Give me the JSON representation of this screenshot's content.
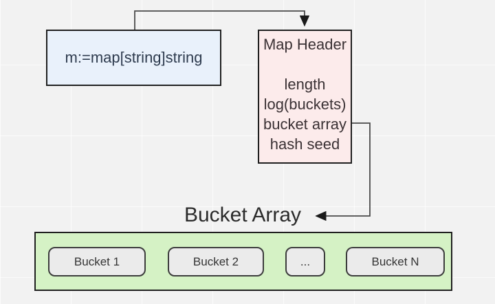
{
  "diagram": {
    "declaration_box": {
      "label": "m:=map[string]string"
    },
    "map_header_box": {
      "title": "Map Header",
      "fields": [
        "length",
        "log(buckets)",
        "bucket array",
        "hash seed"
      ]
    },
    "bucket_array": {
      "title": "Bucket Array",
      "buckets": [
        "Bucket 1",
        "Bucket 2",
        "...",
        "Bucket N"
      ]
    },
    "colors": {
      "background": "#f2f2f2",
      "declaration_fill": "#e9f1fb",
      "map_header_fill": "#fcebeb",
      "bucket_array_fill": "#d5f2c5",
      "bucket_fill": "#ebebeb",
      "border": "#1f1f1f",
      "arrow": "#4a4a4a",
      "text": "#333333"
    }
  }
}
